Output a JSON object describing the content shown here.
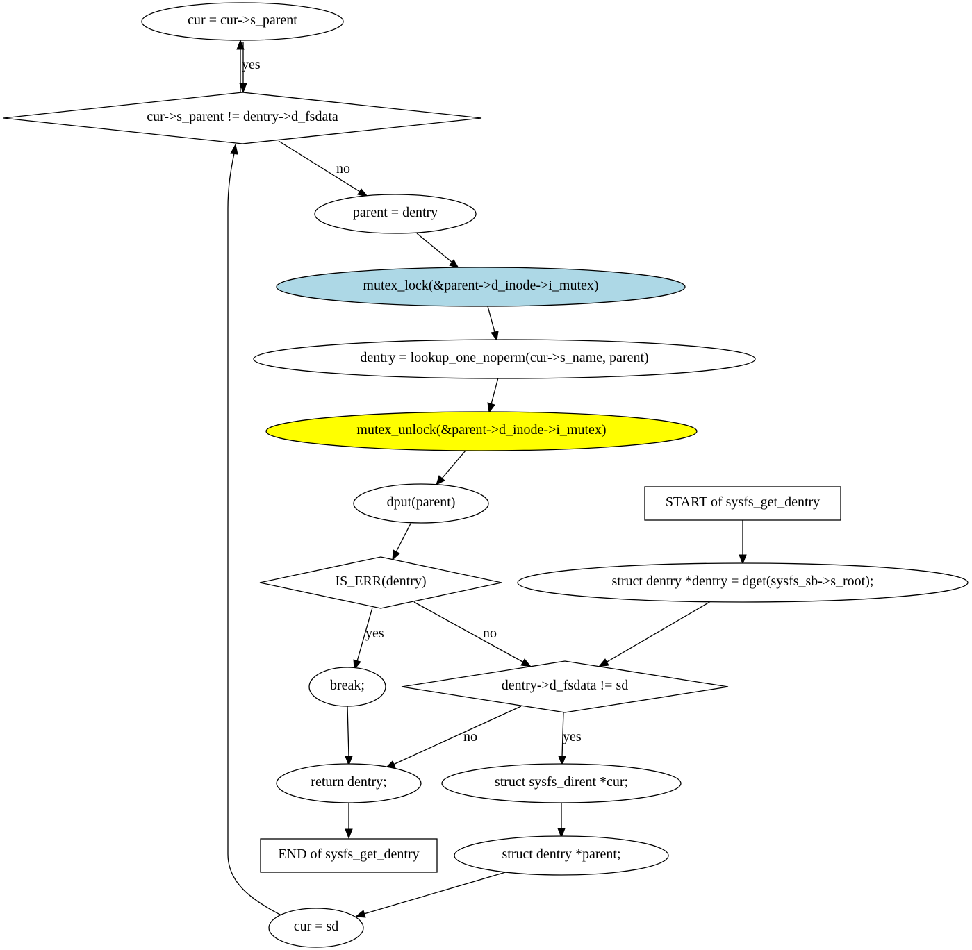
{
  "diagram": {
    "nodes": {
      "cur_parent": {
        "label": "cur = cur->s_parent",
        "shape": "ellipse",
        "fill": "#ffffff"
      },
      "cond_parent": {
        "label": "cur->s_parent != dentry->d_fsdata",
        "shape": "diamond",
        "fill": "#ffffff"
      },
      "parent_dentry": {
        "label": "parent = dentry",
        "shape": "ellipse",
        "fill": "#ffffff"
      },
      "mutex_lock": {
        "label": "mutex_lock(&parent->d_inode->i_mutex)",
        "shape": "ellipse",
        "fill": "#add8e6"
      },
      "lookup": {
        "label": "dentry = lookup_one_noperm(cur->s_name, parent)",
        "shape": "ellipse",
        "fill": "#ffffff"
      },
      "mutex_unlock": {
        "label": "mutex_unlock(&parent->d_inode->i_mutex)",
        "shape": "ellipse",
        "fill": "#ffff00"
      },
      "dput": {
        "label": "dput(parent)",
        "shape": "ellipse",
        "fill": "#ffffff"
      },
      "start": {
        "label": "START of sysfs_get_dentry",
        "shape": "box",
        "fill": "#ffffff"
      },
      "is_err": {
        "label": "IS_ERR(dentry)",
        "shape": "diamond",
        "fill": "#ffffff"
      },
      "dget": {
        "label": "struct dentry *dentry = dget(sysfs_sb->s_root);",
        "shape": "ellipse",
        "fill": "#ffffff"
      },
      "break": {
        "label": "break;",
        "shape": "ellipse",
        "fill": "#ffffff"
      },
      "cond_fsdata": {
        "label": "dentry->d_fsdata != sd",
        "shape": "diamond",
        "fill": "#ffffff"
      },
      "return": {
        "label": "return dentry;",
        "shape": "ellipse",
        "fill": "#ffffff"
      },
      "decl_cur": {
        "label": "struct sysfs_dirent *cur;",
        "shape": "ellipse",
        "fill": "#ffffff"
      },
      "end": {
        "label": "END of sysfs_get_dentry",
        "shape": "box",
        "fill": "#ffffff"
      },
      "decl_parent": {
        "label": "struct dentry *parent;",
        "shape": "ellipse",
        "fill": "#ffffff"
      },
      "cur_sd": {
        "label": "cur = sd",
        "shape": "ellipse",
        "fill": "#ffffff"
      }
    },
    "edge_labels": {
      "yes_parent": "yes",
      "no_parent": "no",
      "yes_err": "yes",
      "no_err": "no",
      "no_fsdata": "no",
      "yes_fsdata": "yes"
    }
  }
}
